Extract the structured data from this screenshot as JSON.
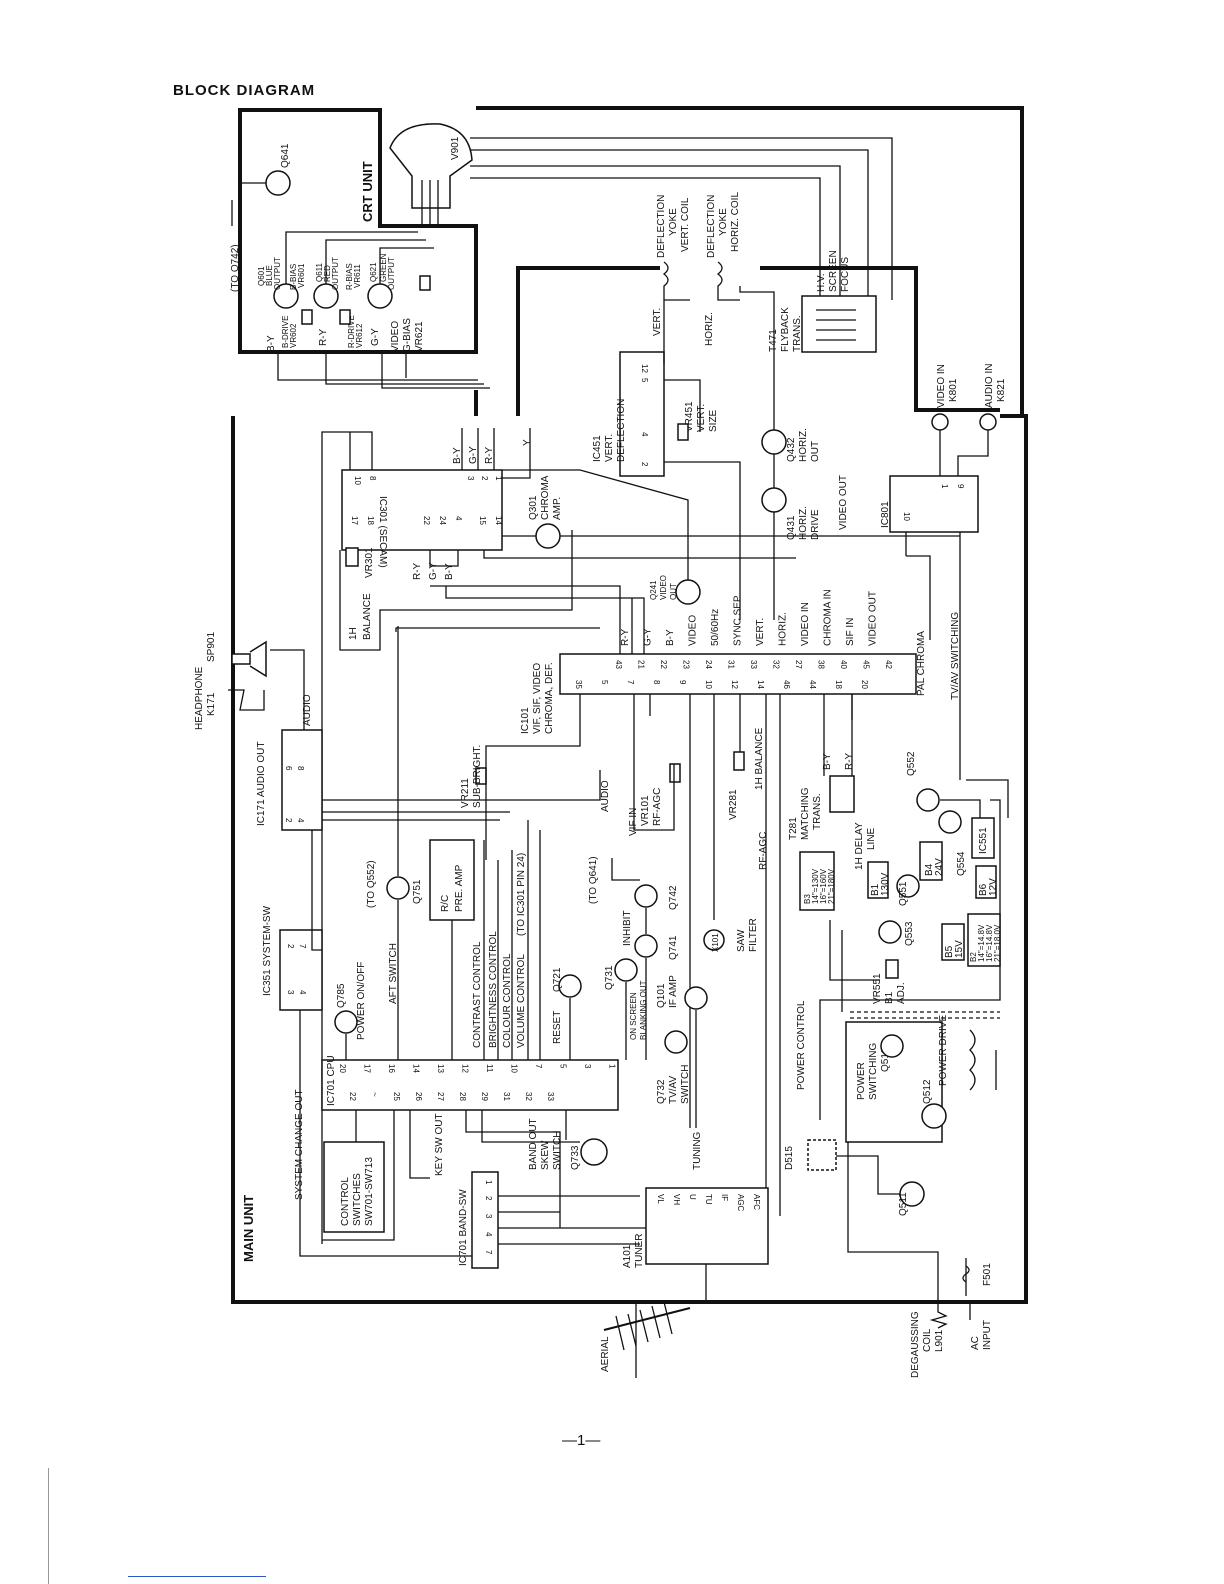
{
  "title": "BLOCK DIAGRAM",
  "page_number": "—1—",
  "units": {
    "crt": "CRT UNIT",
    "main": "MAIN UNIT"
  },
  "ics": {
    "ic301": "IC301 (SECAM)",
    "ic101": [
      "IC101",
      "VIF, SIF, VIDEO",
      "CHROMA, DEF."
    ],
    "ic451": [
      "IC451",
      "VERT.",
      "DEFLECTION"
    ],
    "ic801": "IC801",
    "ic701": "IC701 CPU",
    "ic351": "IC351 SYSTEM-SW",
    "ic171": "IC171 AUDIO OUT",
    "ic701band": "IC701 BAND-SW",
    "tuner": [
      "A101",
      "TUNER"
    ],
    "switches": [
      "CONTROL",
      "SWITCHES",
      "SW701-SW713"
    ],
    "rc": [
      "R/C",
      "PRE. AMP"
    ]
  },
  "transistors": {
    "q641": "Q641",
    "q601": "Q601",
    "q611": "Q611",
    "q621": "Q621",
    "q432": [
      "Q432",
      "HORIZ.",
      "OUT"
    ],
    "q431": [
      "Q431",
      "HORIZ.",
      "DRIVE"
    ],
    "q301": [
      "Q301",
      "CHROMA",
      "AMP."
    ],
    "q241": [
      "Q241",
      "VIDEO",
      "OUT"
    ],
    "q785": "Q785",
    "q751": "Q751",
    "q721": "Q721",
    "q731": "Q731",
    "q741": "Q741",
    "q742": "Q742",
    "q101": [
      "Q101",
      "IF AMP"
    ],
    "q732": [
      "Q732",
      "TV/AV",
      "SWITCH"
    ],
    "q733": "Q733",
    "q511": "Q511",
    "q512": "Q512",
    "q513": "Q513",
    "q551": "Q551",
    "q552": "Q552",
    "q553": "Q553",
    "q554": "Q554"
  },
  "crt": {
    "v901": "V901",
    "labels": [
      "(TO Q742)",
      "BLUE",
      "OUTPUT",
      "RED",
      "OUTPUT",
      "GREEN",
      "OUTPUT",
      "B-BIAS",
      "VR601",
      "R-BIAS",
      "VR611",
      "B-DRIVE",
      "VR602",
      "R-DRIVE",
      "VR612",
      "VIDEO",
      "G-BIAS",
      "VR621",
      "B-Y",
      "R-Y",
      "G-Y"
    ]
  },
  "deflection": {
    "vert_yoke": [
      "DEFLECTION",
      "YOKE",
      "VERT. COIL"
    ],
    "horiz_yoke": [
      "DEFLECTION",
      "YOKE",
      "HORIZ. COIL"
    ],
    "flyback": [
      "T471",
      "FLYBACK",
      "TRANS."
    ],
    "hv": [
      "H.V.",
      "SCREEN",
      "FOCUS"
    ],
    "vert": "VERT.",
    "horiz": "HORIZ.",
    "vr451": [
      "VR451",
      "VERT.",
      "SIZE"
    ]
  },
  "jacks": {
    "video_in": [
      "VIDEO IN",
      "K801"
    ],
    "audio_in": [
      "AUDIO IN",
      "K821"
    ],
    "headphone": [
      "HEADPHONE",
      "K171"
    ],
    "speaker": "SP901"
  },
  "ic301_pins": {
    "left": [
      "10",
      "8"
    ],
    "right": [
      "3",
      "2",
      "1"
    ],
    "bottom": [
      "17",
      "18",
      "22",
      "24",
      "4",
      "15",
      "14"
    ],
    "outs": [
      "B-Y",
      "G-Y",
      "R-Y",
      "Y"
    ],
    "ins": [
      "R-Y",
      "G-Y",
      "B-Y"
    ]
  },
  "ic101_pins": {
    "top": [
      "43",
      "21",
      "22",
      "23",
      "24",
      "31",
      "33",
      "32",
      "27",
      "38",
      "40",
      "45",
      "42"
    ],
    "bottom": [
      "35",
      "5",
      "7",
      "8",
      "9",
      "10",
      "12",
      "14",
      "46",
      "44",
      "18",
      "20"
    ]
  },
  "signals": {
    "top": [
      "R-Y",
      "G-Y",
      "B-Y",
      "VIDEO",
      "50/60Hz",
      "SYNC SEP.",
      "VERT.",
      "HORIZ.",
      "VIDEO IN",
      "CHROMA IN",
      "SIF IN",
      "VIDEO OUT"
    ],
    "pal": "PAL CHROMA",
    "tvav": "TV/AV SWITCHING",
    "video_out": "VIDEO OUT",
    "balance": [
      "1H",
      "BALANCE"
    ],
    "vr301": "VR301",
    "vr211": [
      "VR211",
      "SUB-BRIGHT."
    ],
    "audio": "AUDIO",
    "vif": [
      "VIF IN",
      "VR101",
      "RF-AGC"
    ],
    "vr281": [
      "VR281",
      "1H BALANCE"
    ],
    "rfagc": "RF-AGC",
    "t281": [
      "T281",
      "MATCHING",
      "TRANS."
    ],
    "delay": [
      "1H DELAY",
      "LINE"
    ],
    "by": "B-Y",
    "ry": "R-Y",
    "saw": [
      "SAW",
      "FILTER"
    ],
    "x101": "X101",
    "to_q641": "(TO Q641)",
    "inhibit": "INHIBIT",
    "blank": [
      "ON SCREEN",
      "BLANKING OUT"
    ],
    "reset": "RESET",
    "tuning": "TUNING",
    "controls": [
      "CONTRAST CONTROL",
      "BRIGHTNESS CONTROL",
      "COLOUR CONTROL",
      "VOLUME CONTROL"
    ],
    "to_ic301": "(TO IC301 PIN 24)",
    "power_onoff": "POWER ON/OFF",
    "to_q552": "(TO Q552)",
    "aft": "AFT SWITCH",
    "system_change": "SYSTEM CHANGE OUT",
    "key_sw": "KEY SW OUT",
    "band": [
      "BAND OUT",
      "SKEW",
      "SWITCH"
    ],
    "aerial": "AERIAL"
  },
  "cpu_pins": {
    "top": [
      "20",
      "17",
      "16",
      "14",
      "13",
      "12",
      "11",
      "10",
      "7",
      "5",
      "3",
      "1"
    ],
    "bottom": [
      "22",
      "~",
      "25",
      "26",
      "27",
      "28",
      "29",
      "31",
      "32",
      "33"
    ]
  },
  "ic351_pins": [
    "3",
    "4",
    "2",
    "7"
  ],
  "ic171_pins": [
    "2",
    "4",
    "6",
    "8"
  ],
  "band_pins": [
    "7",
    "4",
    "3",
    "2",
    "1"
  ],
  "tuner_pins": [
    "VL",
    "VH",
    "U",
    "TU",
    "IF",
    "AGC",
    "AFC"
  ],
  "power": {
    "power_control": "POWER CONTROL",
    "power_switching": [
      "POWER",
      "SWITCHING",
      "Q513"
    ],
    "power_drive": "POWER DRIVE",
    "d515": "D515",
    "vr551": [
      "VR551",
      "B1",
      "ADJ."
    ],
    "b1": [
      "B1",
      "130V"
    ],
    "b3": [
      "B3",
      "14\"=130V",
      "16\"=160V",
      "21\"=180V"
    ],
    "b4": [
      "B4",
      "24V"
    ],
    "b5": [
      "B5",
      "15V"
    ],
    "b6": [
      "B6",
      "12V"
    ],
    "b2": [
      "B2",
      "14\"=14.8V",
      "16\"=14.8V",
      "21\"=18.0V"
    ],
    "ic551": "IC551",
    "degauss": [
      "DEGAUSSING",
      "COIL",
      "L901"
    ],
    "ac": [
      "AC",
      "INPUT"
    ],
    "f501": "F501"
  }
}
